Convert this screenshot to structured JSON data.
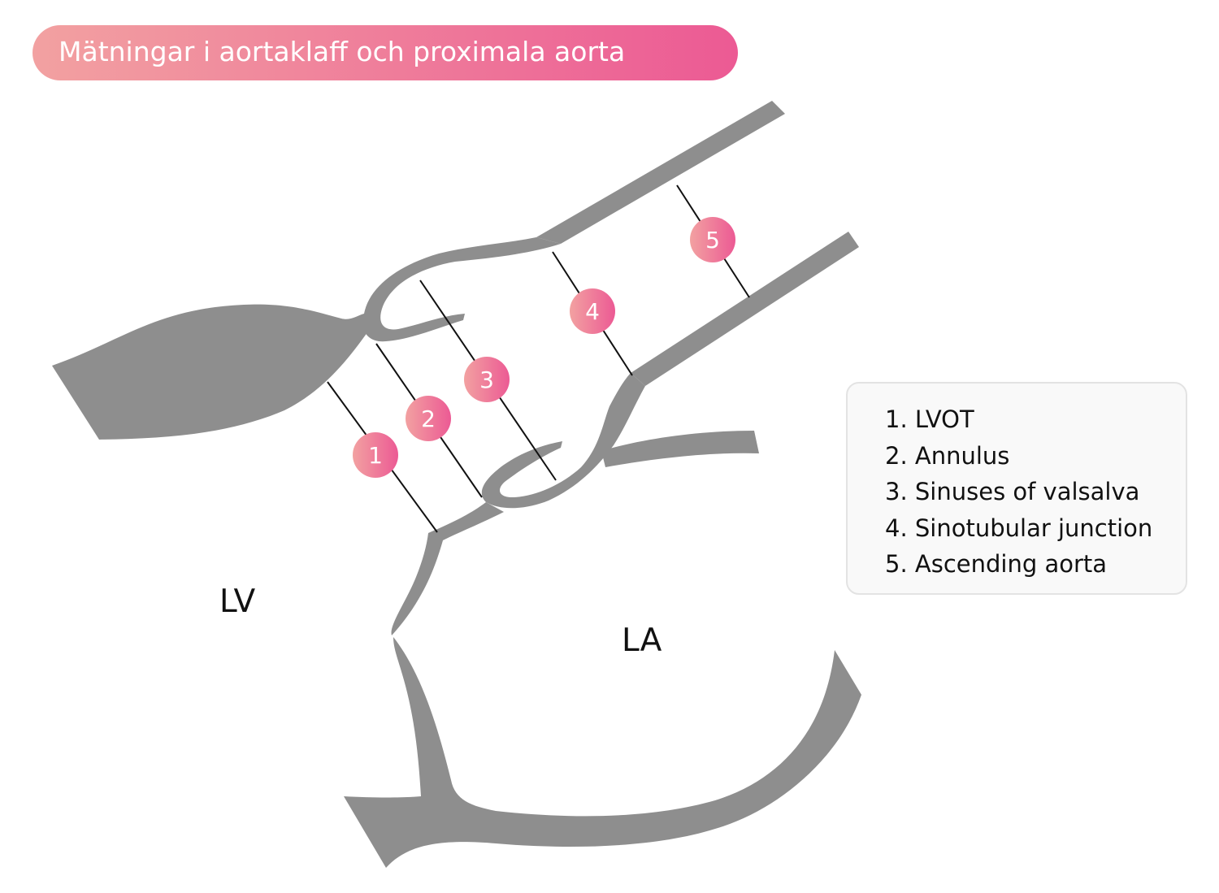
{
  "title": "Mätningar i aortaklaff och proximala aorta",
  "colors": {
    "wall": "#8e8e8e",
    "marker_start": "#f2a1a1",
    "marker_end": "#ec5a94",
    "measure_line": "#111111"
  },
  "markers": [
    "1",
    "2",
    "3",
    "4",
    "5"
  ],
  "legend": [
    "1. LVOT",
    "2. Annulus",
    "3. Sinuses of valsalva",
    "4. Sinotubular junction",
    "5. Ascending aorta"
  ],
  "chambers": {
    "lv": "LV",
    "la": "LA"
  }
}
